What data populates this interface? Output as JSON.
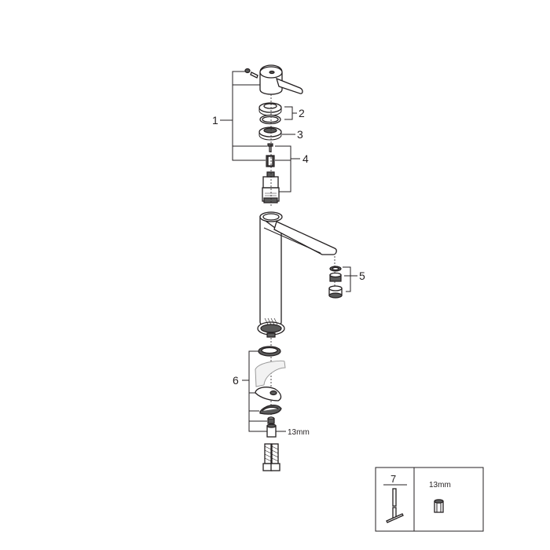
{
  "diagram": {
    "type": "exploded-parts-view",
    "subject": "single-lever basin mixer faucet",
    "callouts": [
      {
        "id": "1",
        "label": "1"
      },
      {
        "id": "2",
        "label": "2"
      },
      {
        "id": "3",
        "label": "3"
      },
      {
        "id": "4",
        "label": "4"
      },
      {
        "id": "5",
        "label": "5"
      },
      {
        "id": "6",
        "label": "6"
      }
    ],
    "wrench_size_label": "13mm",
    "tool_box": {
      "tool_number": "7",
      "socket_label": "13mm"
    }
  }
}
